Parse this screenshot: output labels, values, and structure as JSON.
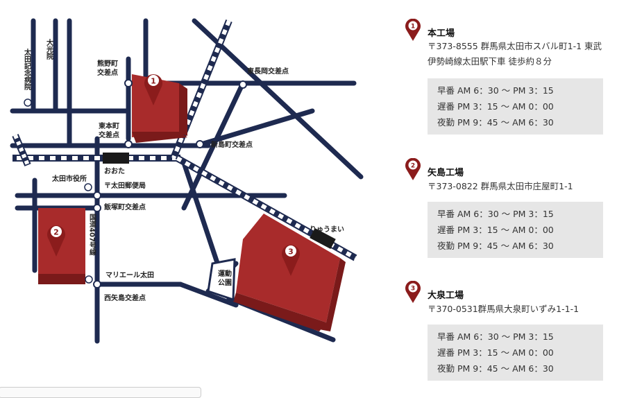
{
  "map": {
    "labels": {
      "ota_kinen": "太田記念病院",
      "daikoin": "大光院",
      "kumanocho": "熊野町交差点",
      "higashinagaoka": "東長岡交差点",
      "higashihoncho": "東本町交差点",
      "shinjimacho": "新島町交差点",
      "oota_station": "おおた",
      "city_hall": "太田市役所",
      "post_office": "〒太田郵便局",
      "iizukacho": "飯塚町交差点",
      "route407": "国道407号線",
      "marieru": "マリエール太田",
      "nishiyajima": "西矢島交差点",
      "undo_koen": "運動公園",
      "ryuumai_station": "りゅうまい"
    },
    "pins": [
      "1",
      "2",
      "3"
    ],
    "colors": {
      "road": "#1e2a50",
      "building": "#a82b2b",
      "building_dark": "#7a1a1a",
      "pin": "#8b1c1c"
    }
  },
  "factories": [
    {
      "number": "1",
      "name": "本工場",
      "address": "〒373-8555 群馬県太田市スバル町1-1 東武伊勢崎線太田駅下車 徒歩約８分",
      "shifts": [
        "早番 AM 6：30 〜 PM 3：15",
        "遅番 PM 3：15 〜 AM 0：00",
        "夜勤 PM 9：45 〜 AM 6：30"
      ]
    },
    {
      "number": "2",
      "name": "矢島工場",
      "address": "〒373-0822 群馬県太田市庄屋町1-1",
      "shifts": [
        "早番 AM 6：30 〜 PM 3：15",
        "遅番 PM 3：15 〜 AM 0：00",
        "夜勤 PM 9：45 〜 AM 6：30"
      ]
    },
    {
      "number": "3",
      "name": "大泉工場",
      "address": "〒370-0531群馬県大泉町いずみ1-1-1",
      "shifts": [
        "早番 AM 6：30 〜 PM 3：15",
        "遅番 PM 3：15 〜 AM 0：00",
        "夜勤 PM 9：45 〜 AM 6：30"
      ]
    }
  ]
}
